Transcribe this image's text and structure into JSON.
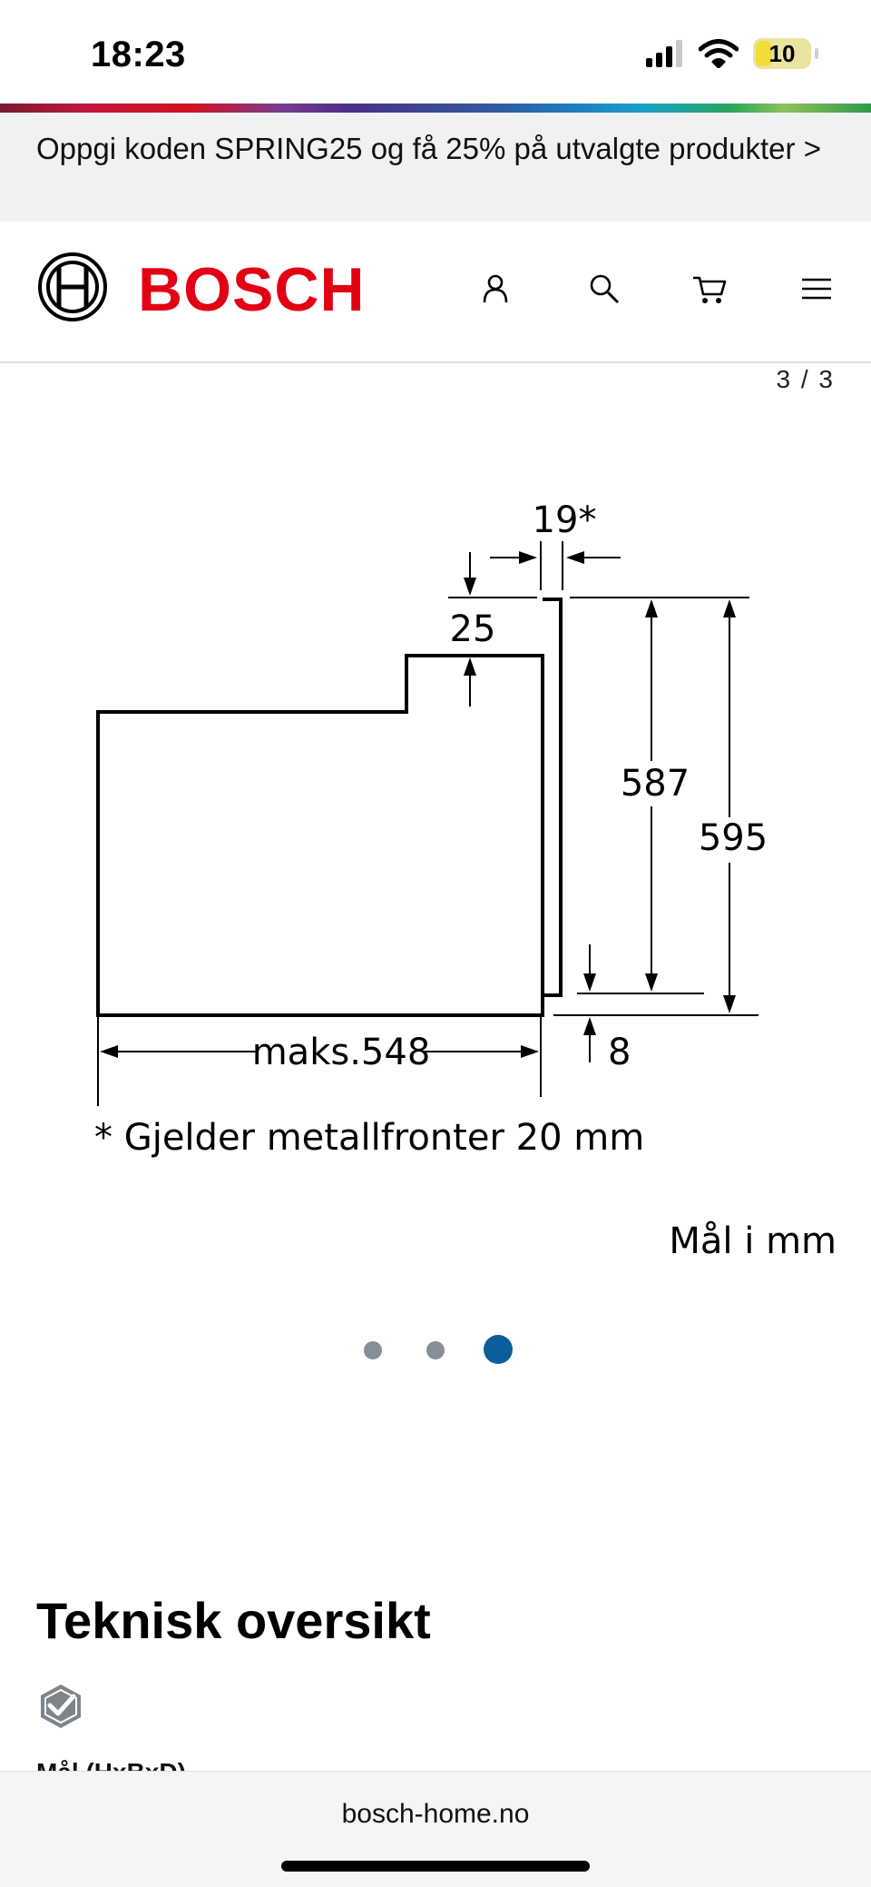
{
  "status_bar": {
    "time": "18:23",
    "battery": "10"
  },
  "promo": {
    "text": "Oppgi koden SPRING25 og få 25% på utvalgte produkter >"
  },
  "header": {
    "brand": "BOSCH",
    "icons": [
      "user-icon",
      "search-icon",
      "cart-icon",
      "menu-icon"
    ],
    "brand_color": "#e20015"
  },
  "gallery": {
    "counter": "3 / 3",
    "drawing": {
      "front_offset": "19*",
      "top_step": "25",
      "inner_height": "587",
      "total_height": "595",
      "depth": "maks.548",
      "bottom_gap": "8",
      "footnote": "* Gjelder metallfronter 20 mm",
      "unit_note": "Mål i mm"
    },
    "active_dot": 3,
    "dot_color_active": "#0b5e99"
  },
  "technical": {
    "title": "Teknisk oversikt",
    "first_label": "Mål (HxBxD)"
  },
  "browser": {
    "url": "bosch-home.no"
  }
}
